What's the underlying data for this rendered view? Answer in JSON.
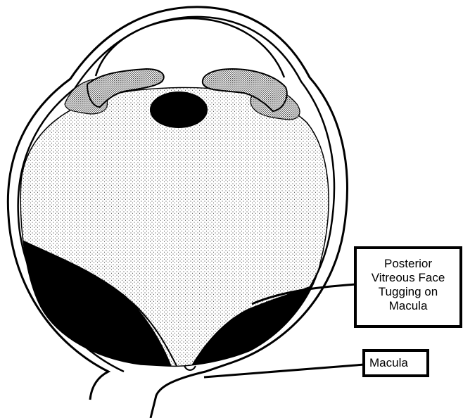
{
  "labels": {
    "posterior_vitreous_face": [
      "Posterior",
      "Vitreous Face",
      "Tugging on",
      "Macula"
    ],
    "macula": "Macula"
  },
  "colors": {
    "background": "#ffffff",
    "ink": "#000000",
    "vitreous_stipple": "#000000"
  }
}
